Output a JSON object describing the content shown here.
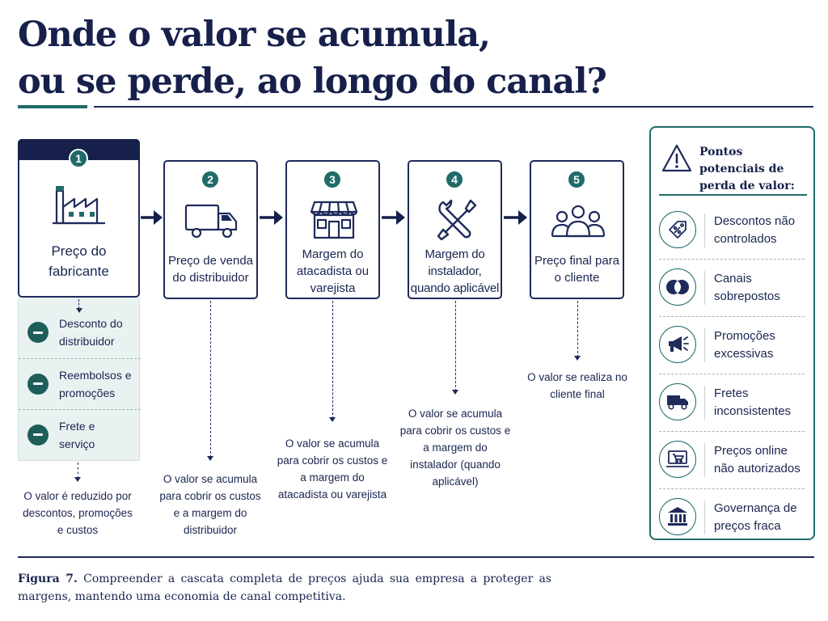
{
  "title": {
    "line1": "Onde o valor se acumula,",
    "line2": "ou se perde, ao longo do canal?"
  },
  "steps": [
    {
      "number": "1",
      "label": "Preço do fabricante",
      "icon": "factory-icon"
    },
    {
      "number": "2",
      "label": "Preço de venda do distribuidor",
      "icon": "truck-icon"
    },
    {
      "number": "3",
      "label": "Margem do atacadista ou varejista",
      "icon": "storefront-icon"
    },
    {
      "number": "4",
      "label": "Margem do instalador, quando aplicável",
      "icon": "tools-icon"
    },
    {
      "number": "5",
      "label": "Preço final para o cliente",
      "icon": "people-icon"
    }
  ],
  "reductions": [
    {
      "label": "Desconto do distribuidor",
      "icon": "minus-icon"
    },
    {
      "label": "Reembolsos e promoções",
      "icon": "minus-icon"
    },
    {
      "label": "Frete e serviço",
      "icon": "minus-icon"
    }
  ],
  "results": {
    "step1": "O valor é reduzido por descontos, promoções e custos",
    "step2": "O valor se acumula para cobrir os custos e a margem do distribuidor",
    "step3": "O valor se acumula para cobrir os custos e a margem do atacadista ou varejista",
    "step4": "O valor se acumula para cobrir os custos e a margem do instalador (quando aplicável)",
    "step5": "O valor se realiza no cliente final"
  },
  "panel": {
    "title": "Pontos potenciais de perda de valor:",
    "items": [
      {
        "label": "Descontos não controlados",
        "icon": "discount-tag-icon"
      },
      {
        "label": "Canais sobrepostos",
        "icon": "overlap-circles-icon"
      },
      {
        "label": "Promoções excessivas",
        "icon": "megaphone-icon"
      },
      {
        "label": "Fretes inconsistentes",
        "icon": "delivery-truck-icon"
      },
      {
        "label": "Preços online não autorizados",
        "icon": "online-cart-icon"
      },
      {
        "label": "Governança de preços fraca",
        "icon": "institution-icon"
      }
    ]
  },
  "caption": {
    "label": "Figura 7.",
    "text": "Compreender a cascata completa de preços ajuda sua empresa a proteger as margens, mantendo uma economia de canal competitiva."
  },
  "colors": {
    "navy": "#16204a",
    "teal": "#1f6b68",
    "light_teal": "#e9f2f1"
  }
}
